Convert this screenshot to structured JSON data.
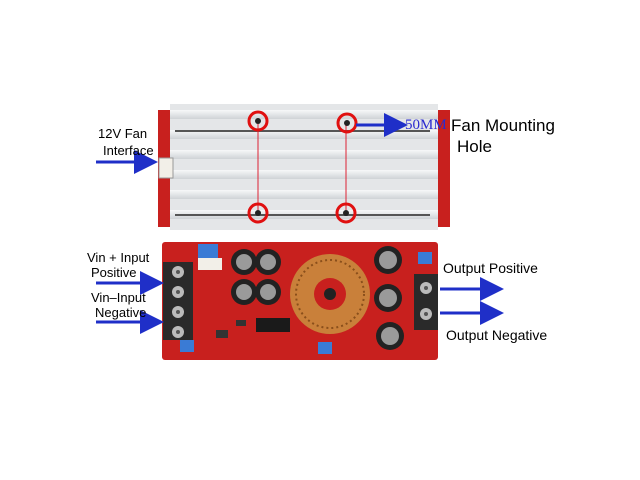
{
  "labels": {
    "fan_interface_line1": "12V Fan",
    "fan_interface_line2": "Interface",
    "dimension": "50MM",
    "fan_mounting_line1": "Fan Mounting",
    "fan_mounting_line2": "Hole",
    "vin_pos_line1": "Vin + Input",
    "vin_pos_line2": "Positive",
    "vin_neg_line1": "Vin–Input",
    "vin_neg_line2": "Negative",
    "output_positive": "Output Positive",
    "output_negative": "Output Negative"
  },
  "colors": {
    "arrow": "#1f2fc8",
    "pcb": "#c8201e",
    "heatsink": "#e4e6e8",
    "marker": "#e01010",
    "dimension_text": "#2a2ad0"
  }
}
